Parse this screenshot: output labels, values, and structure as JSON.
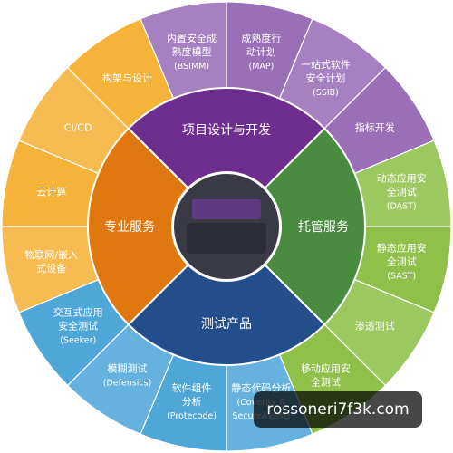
{
  "center": {
    "colors": {
      "disc": "#3a3a46",
      "blob": "#5f3a82"
    }
  },
  "inner_ring": [
    {
      "label": "项目设计与开发",
      "color": "#6d2e8f"
    },
    {
      "label": "托管服务",
      "color": "#4a8c3f"
    },
    {
      "label": "测试产品",
      "color": "#224f8b"
    },
    {
      "label": "专业服务",
      "color": "#e0780f"
    }
  ],
  "outer_ring": [
    {
      "lines": [
        "成熟度行",
        "动计划",
        "(MAP)"
      ],
      "color": "#9a6fb8"
    },
    {
      "lines": [
        "一站式软件",
        "安全计划",
        "(SSIB)"
      ],
      "color": "#9a6fb8"
    },
    {
      "lines": [
        "指标开发"
      ],
      "color": "#9a6fb8"
    },
    {
      "lines": [
        "动态应用安",
        "全测试",
        "(DAST)"
      ],
      "color": "#8fc04a"
    },
    {
      "lines": [
        "静态应用安",
        "全测试",
        "(SAST)"
      ],
      "color": "#8fc04a"
    },
    {
      "lines": [
        "渗透测试"
      ],
      "color": "#8fc04a"
    },
    {
      "lines": [
        "移动应用安",
        "全测试"
      ],
      "color": "#8fc04a"
    },
    {
      "lines": [
        "静态代码分析",
        "(Coverity &",
        "SecureAssist)"
      ],
      "color": "#4fa7d8"
    },
    {
      "lines": [
        "软件组件",
        "分析",
        "(Protecode)"
      ],
      "color": "#4fa7d8"
    },
    {
      "lines": [
        "模糊测试",
        "(Defensics)"
      ],
      "color": "#4fa7d8"
    },
    {
      "lines": [
        "交互式应用",
        "安全测试",
        "(Seeker)"
      ],
      "color": "#4fa7d8"
    },
    {
      "lines": [
        "物联网/嵌入",
        "式设备"
      ],
      "color": "#f5b33a"
    },
    {
      "lines": [
        "云计算"
      ],
      "color": "#f5b33a"
    },
    {
      "lines": [
        "CI/CD"
      ],
      "color": "#f5b33a"
    },
    {
      "lines": [
        "构架与设计"
      ],
      "color": "#f5b33a"
    },
    {
      "lines": [
        "内置安全成",
        "熟度模型",
        "(BSIMM)"
      ],
      "color": "#9a6fb8"
    }
  ],
  "watermark": "rossoneri7f3k.com"
}
